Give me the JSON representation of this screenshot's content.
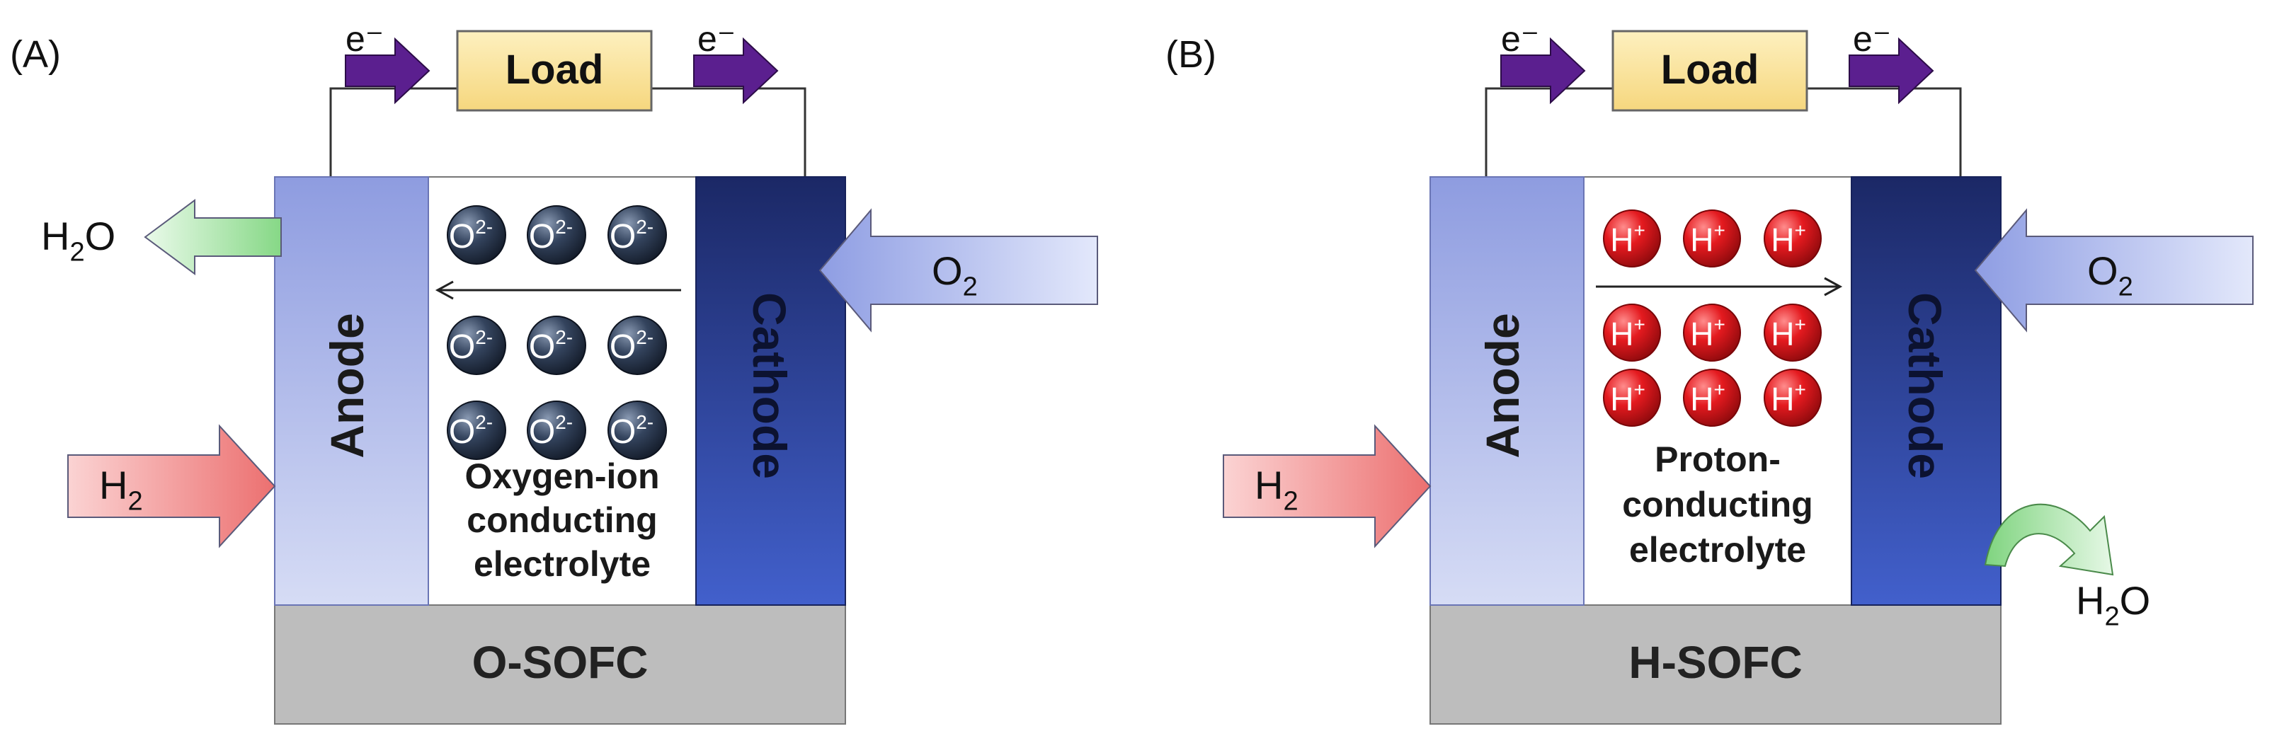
{
  "panels": [
    {
      "id": "A",
      "panel_label": "(A)",
      "electron_label": "e⁻",
      "load_label": "Load",
      "anode_label": "Anode",
      "cathode_label": "Cathode",
      "ion_label": "O2-",
      "ion_base": "O",
      "ion_charge": "2-",
      "ion_direction": "toward-anode",
      "electrolyte_lines": [
        "Oxygen-ion",
        "conducting",
        "electrolyte"
      ],
      "cell_name": "O-SOFC",
      "fuel_base": "H",
      "fuel_sub": "2",
      "oxidant_base": "O",
      "oxidant_sub": "2",
      "water_base": "H",
      "water_sub": "2",
      "water_tail": "O",
      "water_side": "anode"
    },
    {
      "id": "B",
      "panel_label": "(B)",
      "electron_label": "e⁻",
      "load_label": "Load",
      "anode_label": "Anode",
      "cathode_label": "Cathode",
      "ion_label": "H+",
      "ion_base": "H",
      "ion_charge": "+",
      "ion_direction": "toward-cathode",
      "electrolyte_lines": [
        "Proton-",
        "conducting",
        "electrolyte"
      ],
      "cell_name": "H-SOFC",
      "fuel_base": "H",
      "fuel_sub": "2",
      "oxidant_base": "O",
      "oxidant_sub": "2",
      "water_base": "H",
      "water_sub": "2",
      "water_tail": "O",
      "water_side": "cathode"
    }
  ],
  "colors": {
    "anode_top": "#8e9ce0",
    "anode_bottom": "#d2d8f4",
    "cathode_top": "#1d2b6b",
    "cathode_bottom": "#3f5bc8",
    "load_fill": "#fae29a",
    "electron_arrow": "#5b1f8f",
    "base_fill": "#bebebe",
    "o_ion": "#2e3d55",
    "h_ion": "#e0161d",
    "h2_arrow": "#ef7d7d",
    "o2_arrow": "#96a5e6",
    "water_arrow": "#a9e6a6"
  }
}
